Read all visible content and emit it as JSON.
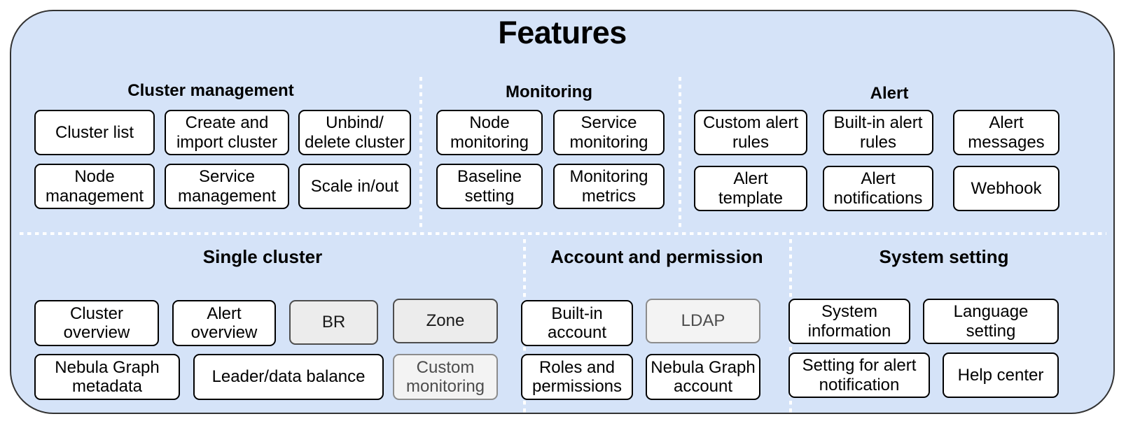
{
  "panel": {
    "title": "Features",
    "background_color": "#d5e3f8",
    "border_color": "#333333"
  },
  "groups": [
    {
      "id": "cluster-management",
      "title": "Cluster management",
      "items": [
        {
          "label": "Cluster list",
          "style": "normal"
        },
        {
          "label": "Create and\nimport cluster",
          "style": "normal"
        },
        {
          "label": "Unbind/\ndelete cluster",
          "style": "normal"
        },
        {
          "label": "Node\nmanagement",
          "style": "normal"
        },
        {
          "label": "Service\nmanagement",
          "style": "normal"
        },
        {
          "label": "Scale in/out",
          "style": "normal"
        }
      ]
    },
    {
      "id": "monitoring",
      "title": "Monitoring",
      "items": [
        {
          "label": "Node\nmonitoring",
          "style": "normal"
        },
        {
          "label": "Service\nmonitoring",
          "style": "normal"
        },
        {
          "label": "Baseline\nsetting",
          "style": "normal"
        },
        {
          "label": "Monitoring\nmetrics",
          "style": "normal"
        }
      ]
    },
    {
      "id": "alert",
      "title": "Alert",
      "items": [
        {
          "label": "Custom alert\nrules",
          "style": "normal"
        },
        {
          "label": "Built-in alert\nrules",
          "style": "normal"
        },
        {
          "label": "Alert\nmessages",
          "style": "normal"
        },
        {
          "label": "Alert\ntemplate",
          "style": "normal"
        },
        {
          "label": "Alert\nnotifications",
          "style": "normal"
        },
        {
          "label": "Webhook",
          "style": "normal"
        }
      ]
    },
    {
      "id": "single-cluster",
      "title": "Single cluster",
      "items": [
        {
          "label": "Cluster\noverview",
          "style": "normal"
        },
        {
          "label": "Alert\noverview",
          "style": "normal"
        },
        {
          "label": "BR",
          "style": "gray"
        },
        {
          "label": "Zone",
          "style": "gray"
        },
        {
          "label": "Nebula Graph\nmetadata",
          "style": "normal"
        },
        {
          "label": "Leader/data balance",
          "style": "normal"
        },
        {
          "label": "Custom\nmonitoring",
          "style": "faded"
        }
      ]
    },
    {
      "id": "account-and-permission",
      "title": "Account and permission",
      "items": [
        {
          "label": "Built-in\naccount",
          "style": "normal"
        },
        {
          "label": "LDAP",
          "style": "faded"
        },
        {
          "label": "Roles and\npermissions",
          "style": "normal"
        },
        {
          "label": "Nebula Graph\naccount",
          "style": "normal"
        }
      ]
    },
    {
      "id": "system-setting",
      "title": "System setting",
      "items": [
        {
          "label": "System\ninformation",
          "style": "normal"
        },
        {
          "label": "Language\nsetting",
          "style": "normal"
        },
        {
          "label": "Setting for alert\nnotification",
          "style": "normal"
        },
        {
          "label": "Help center",
          "style": "normal"
        }
      ]
    }
  ],
  "colors": {
    "panel_fill": "#d5e3f8",
    "panel_stroke": "#333333",
    "box_fill": "#ffffff",
    "box_stroke": "#000000",
    "gray_box_fill": "#ececec",
    "faded_box_fill": "#f3f3f3",
    "divider": "#ffffff",
    "text": "#000000"
  }
}
